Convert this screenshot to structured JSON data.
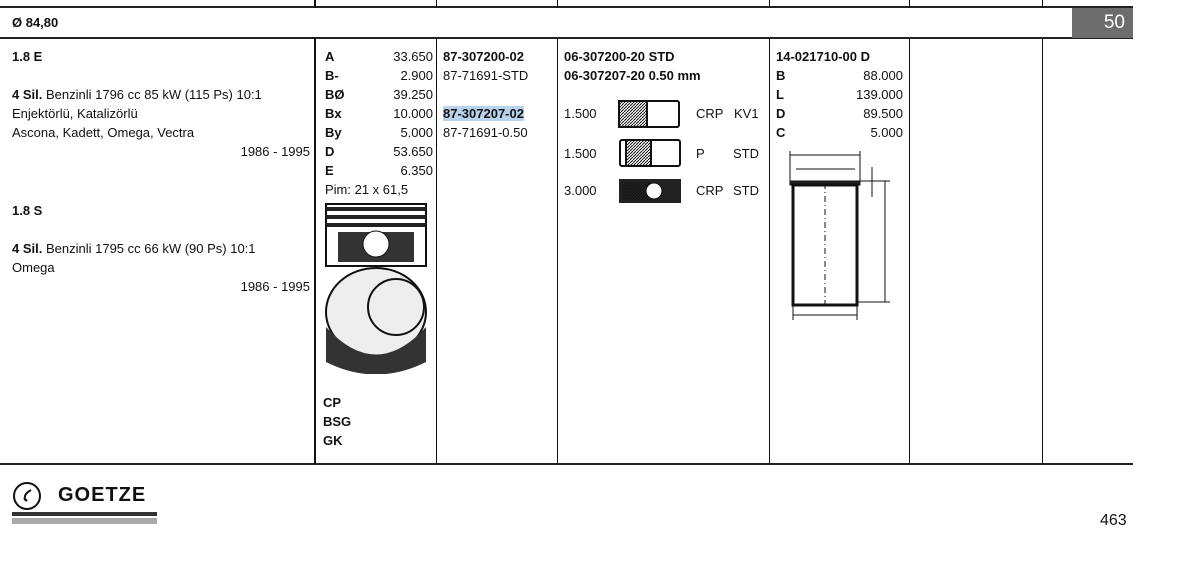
{
  "bore": "Ø 84,80",
  "page_tab": "50",
  "page_number": "463",
  "brand": "GOETZE",
  "engines": [
    {
      "code": "1.8 E",
      "desc_bold": "4 Sil.",
      "desc": " Benzinli 1796 cc 85 kW (115 Ps) 10:1",
      "line2": "Enjektörlü, Katalizörlü",
      "line3": "Ascona, Kadett, Omega, Vectra",
      "years": "1986 - 1995"
    },
    {
      "code": "1.8 S",
      "desc_bold": "4 Sil.",
      "desc": " Benzinli 1795 cc 66 kW (90 Ps) 10:1",
      "line2": "Omega",
      "years": "1986 - 1995"
    }
  ],
  "piston_dims": [
    {
      "k": "A",
      "v": "33.650"
    },
    {
      "k": "B-",
      "v": "2.900"
    },
    {
      "k": "BØ",
      "v": "39.250"
    },
    {
      "k": "Bx",
      "v": "10.000"
    },
    {
      "k": "By",
      "v": "5.000"
    },
    {
      "k": "D",
      "v": "53.650"
    },
    {
      "k": "E",
      "v": "6.350"
    }
  ],
  "pim": "Pim: 21 x 61,5",
  "piston_types": [
    "CP",
    "BSG",
    "GK"
  ],
  "piston_parts": [
    "87-307200-02",
    "87-71691-STD",
    "87-307207-02",
    "87-71691-0.50"
  ],
  "rings": {
    "sets": [
      "06-307200-20 STD",
      "06-307207-20 0.50 mm"
    ],
    "items": [
      {
        "w": "1.500",
        "t1": "CRP",
        "t2": "KV1"
      },
      {
        "w": "1.500",
        "t1": "P",
        "t2": "STD"
      },
      {
        "w": "3.000",
        "t1": "CRP",
        "t2": "STD"
      }
    ]
  },
  "liner": {
    "part": "14-021710-00 D",
    "dims": [
      {
        "k": "B",
        "v": "88.000"
      },
      {
        "k": "L",
        "v": "139.000"
      },
      {
        "k": "D",
        "v": "89.500"
      },
      {
        "k": "C",
        "v": "5.000"
      }
    ]
  }
}
